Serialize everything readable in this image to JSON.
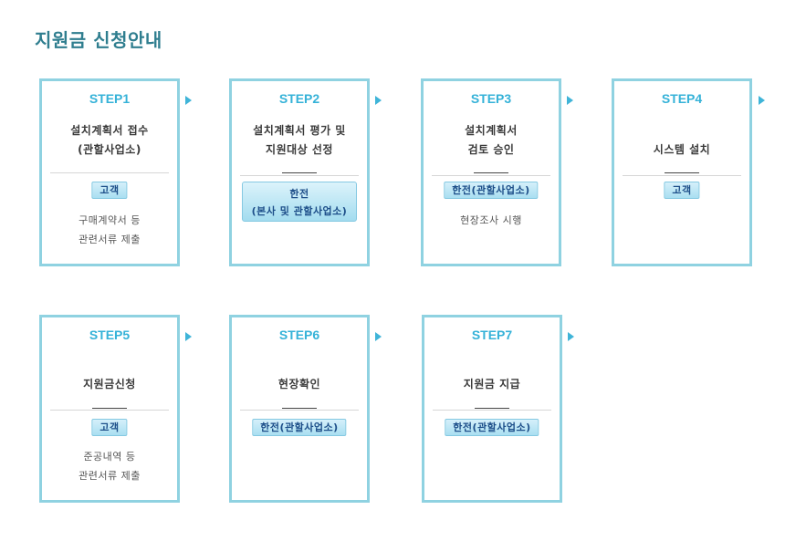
{
  "page": {
    "title": "지원금 신청안내"
  },
  "steps": [
    {
      "label": "STEP1",
      "title": [
        "설치계획서 접수",
        "(관할사업소)"
      ],
      "actor": "고객",
      "desc": [
        "구매계약서 등",
        "관련서류 제출"
      ]
    },
    {
      "label": "STEP2",
      "title": [
        "설치계획서 평가 및",
        "지원대상 선정"
      ],
      "actor": [
        "한전",
        "(본사 및 관할사업소)"
      ]
    },
    {
      "label": "STEP3",
      "title": [
        "설치계획서",
        "검토 승인"
      ],
      "actor": "한전(관할사업소)",
      "desc": [
        "현장조사 시행"
      ]
    },
    {
      "label": "STEP4",
      "title": [
        "시스템 설치"
      ],
      "actor": "고객"
    },
    {
      "label": "STEP5",
      "title": [
        "지원금신청"
      ],
      "actor": "고객",
      "desc": [
        "준공내역 등",
        "관련서류 제출"
      ]
    },
    {
      "label": "STEP6",
      "title": [
        "현장확인"
      ],
      "actor": "한전(관할사업소)"
    },
    {
      "label": "STEP7",
      "title": [
        "지원금 지급"
      ],
      "actor": "한전(관할사업소)"
    }
  ],
  "colors": {
    "border": "#8fd2e1",
    "step_label": "#35b2d8",
    "title": "#2f7e8f",
    "badge_text": "#1d4e89"
  }
}
